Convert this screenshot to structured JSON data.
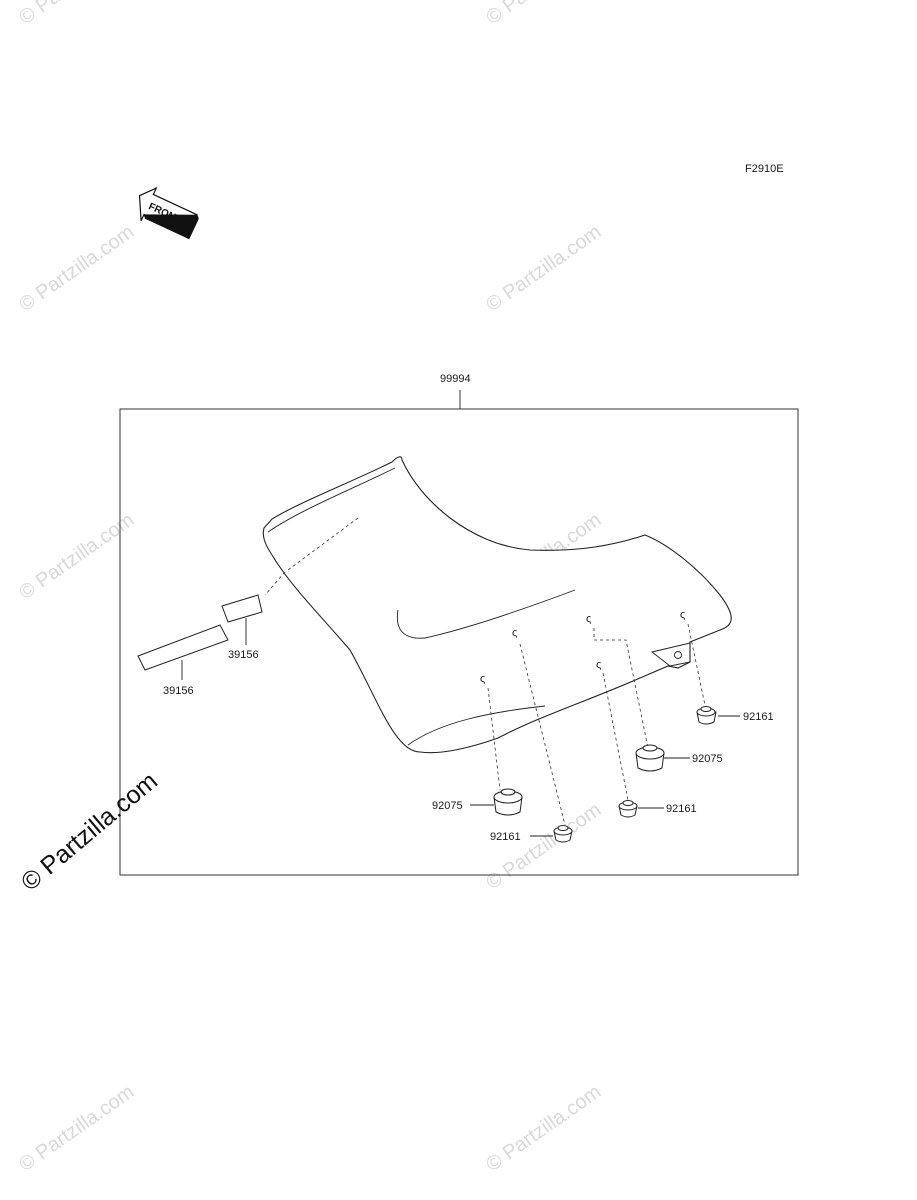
{
  "diagram": {
    "figure_code": "F2910E",
    "front_label": "FRONT",
    "assembly_label": "99994",
    "callouts": {
      "strap_short": "39156",
      "strap_long": "39156",
      "damper_right_small": "92161",
      "damper_right_large": "92075",
      "damper_mid_small": "92161",
      "damper_left_large": "92075",
      "damper_left_small": "92161"
    }
  },
  "watermark": {
    "text": "© Partzilla.com",
    "main_text": "© Partzilla.com"
  }
}
